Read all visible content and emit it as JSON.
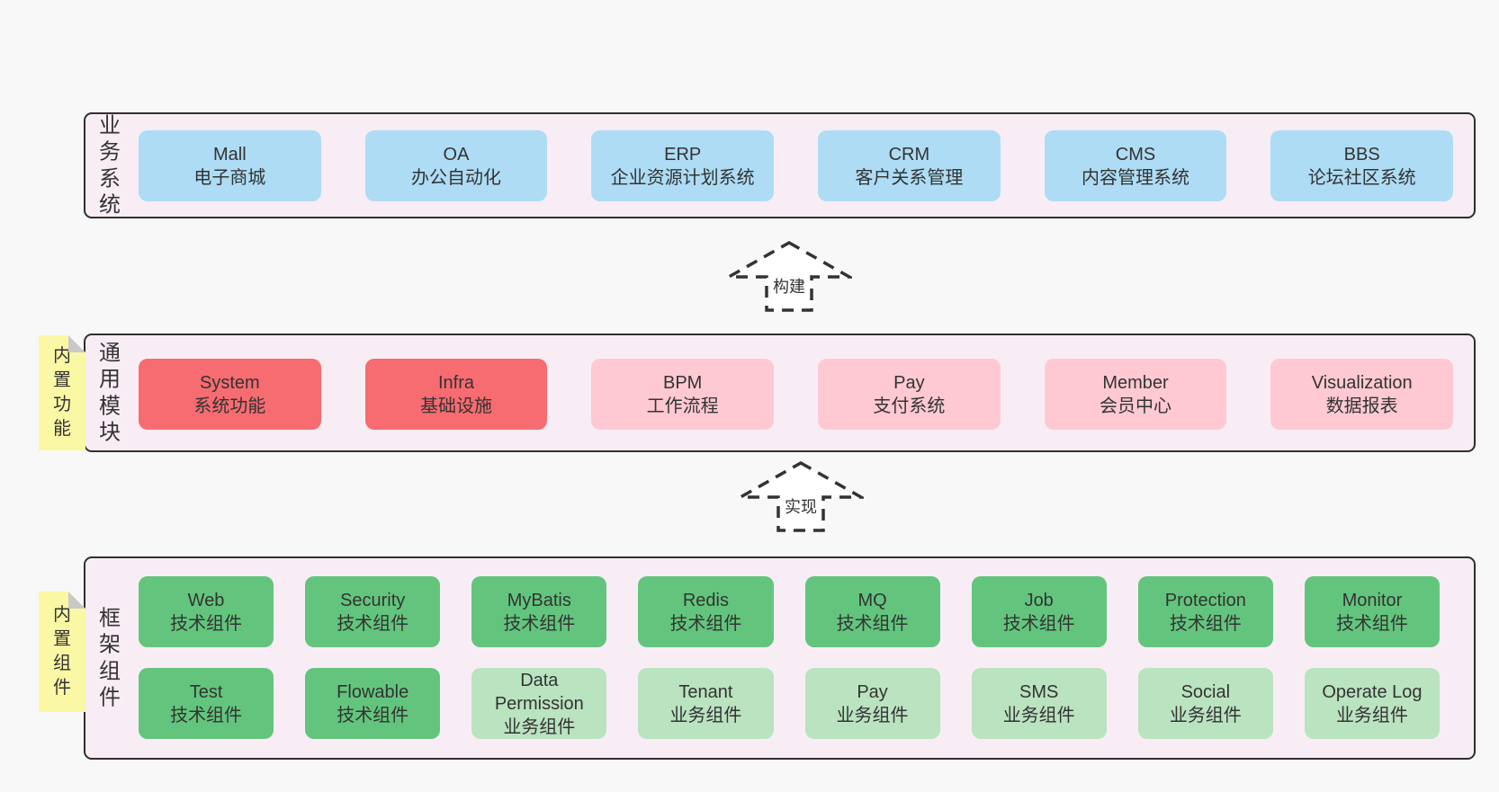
{
  "layers": [
    {
      "label": "业务系统",
      "items": [
        {
          "name": "Mall",
          "desc": "电子商城"
        },
        {
          "name": "OA",
          "desc": "办公自动化"
        },
        {
          "name": "ERP",
          "desc": "企业资源计划系统"
        },
        {
          "name": "CRM",
          "desc": "客户关系管理"
        },
        {
          "name": "CMS",
          "desc": "内容管理系统"
        },
        {
          "name": "BBS",
          "desc": "论坛社区系统"
        }
      ]
    },
    {
      "label": "通用模块",
      "note": "内置功能",
      "items": [
        {
          "name": "System",
          "desc": "系统功能"
        },
        {
          "name": "Infra",
          "desc": "基础设施"
        },
        {
          "name": "BPM",
          "desc": "工作流程"
        },
        {
          "name": "Pay",
          "desc": "支付系统"
        },
        {
          "name": "Member",
          "desc": "会员中心"
        },
        {
          "name": "Visualization",
          "desc": "数据报表"
        }
      ]
    },
    {
      "label": "框架组件",
      "note": "内置组件",
      "row1": [
        {
          "name": "Web",
          "desc": "技术组件"
        },
        {
          "name": "Security",
          "desc": "技术组件"
        },
        {
          "name": "MyBatis",
          "desc": "技术组件"
        },
        {
          "name": "Redis",
          "desc": "技术组件"
        },
        {
          "name": "MQ",
          "desc": "技术组件"
        },
        {
          "name": "Job",
          "desc": "技术组件"
        },
        {
          "name": "Protection",
          "desc": "技术组件"
        },
        {
          "name": "Monitor",
          "desc": "技术组件"
        }
      ],
      "row2": [
        {
          "name": "Test",
          "desc": "技术组件"
        },
        {
          "name": "Flowable",
          "desc": "技术组件"
        },
        {
          "name": "Data Permission",
          "desc": "业务组件"
        },
        {
          "name": "Tenant",
          "desc": "业务组件"
        },
        {
          "name": "Pay",
          "desc": "业务组件"
        },
        {
          "name": "SMS",
          "desc": "业务组件"
        },
        {
          "name": "Social",
          "desc": "业务组件"
        },
        {
          "name": "Operate Log",
          "desc": "业务组件"
        }
      ]
    }
  ],
  "arrows": [
    {
      "label": "构建"
    },
    {
      "label": "实现"
    }
  ],
  "colors": {
    "page_bg": "#f8f8f8",
    "layer_bg": "#f8edf5",
    "layer_border": "#2f2f2f",
    "blue_box": "#aedcf5",
    "red_box": "#f76c71",
    "pink_box": "#fec9d3",
    "green_box": "#63c57d",
    "light_green_box": "#bae3c0",
    "note_bg": "#fbf8a5",
    "note_fold": "#c9c9c9",
    "text": "#333333"
  }
}
